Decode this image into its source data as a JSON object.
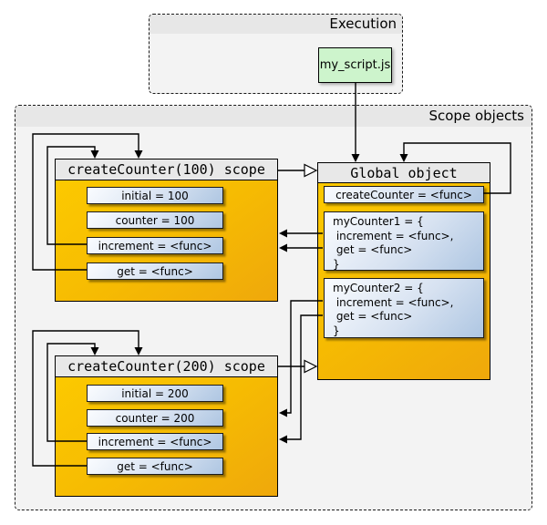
{
  "colors": {
    "gold_light": "#FDCB00",
    "gold_dark": "#EFA80B",
    "row_light": "#FAFCFF",
    "row_dark": "#AEC6E2",
    "green": "#CDF4CC",
    "panel_bg": "#F3F3F3",
    "panel_header": "#E7E7E7",
    "box_header": "#E8E8E8"
  },
  "execution_panel": {
    "title": "Execution",
    "script_box": "my_script.js"
  },
  "scope_panel": {
    "title": "Scope objects"
  },
  "counter100_scope": {
    "title": "createCounter(100) scope",
    "rows": [
      "initial = 100",
      "counter = 100",
      "increment = <func>",
      "get = <func>"
    ]
  },
  "counter200_scope": {
    "title": "createCounter(200) scope",
    "rows": [
      "initial = 200",
      "counter = 200",
      "increment = <func>",
      "get = <func>"
    ]
  },
  "global_object": {
    "title": "Global object",
    "create_counter_row": "createCounter = <func>",
    "my_counter1": "myCounter1 = {\n increment = <func>,\n get = <func>\n}",
    "my_counter2": "myCounter2 = {\n increment = <func>,\n get = <func>\n}"
  }
}
